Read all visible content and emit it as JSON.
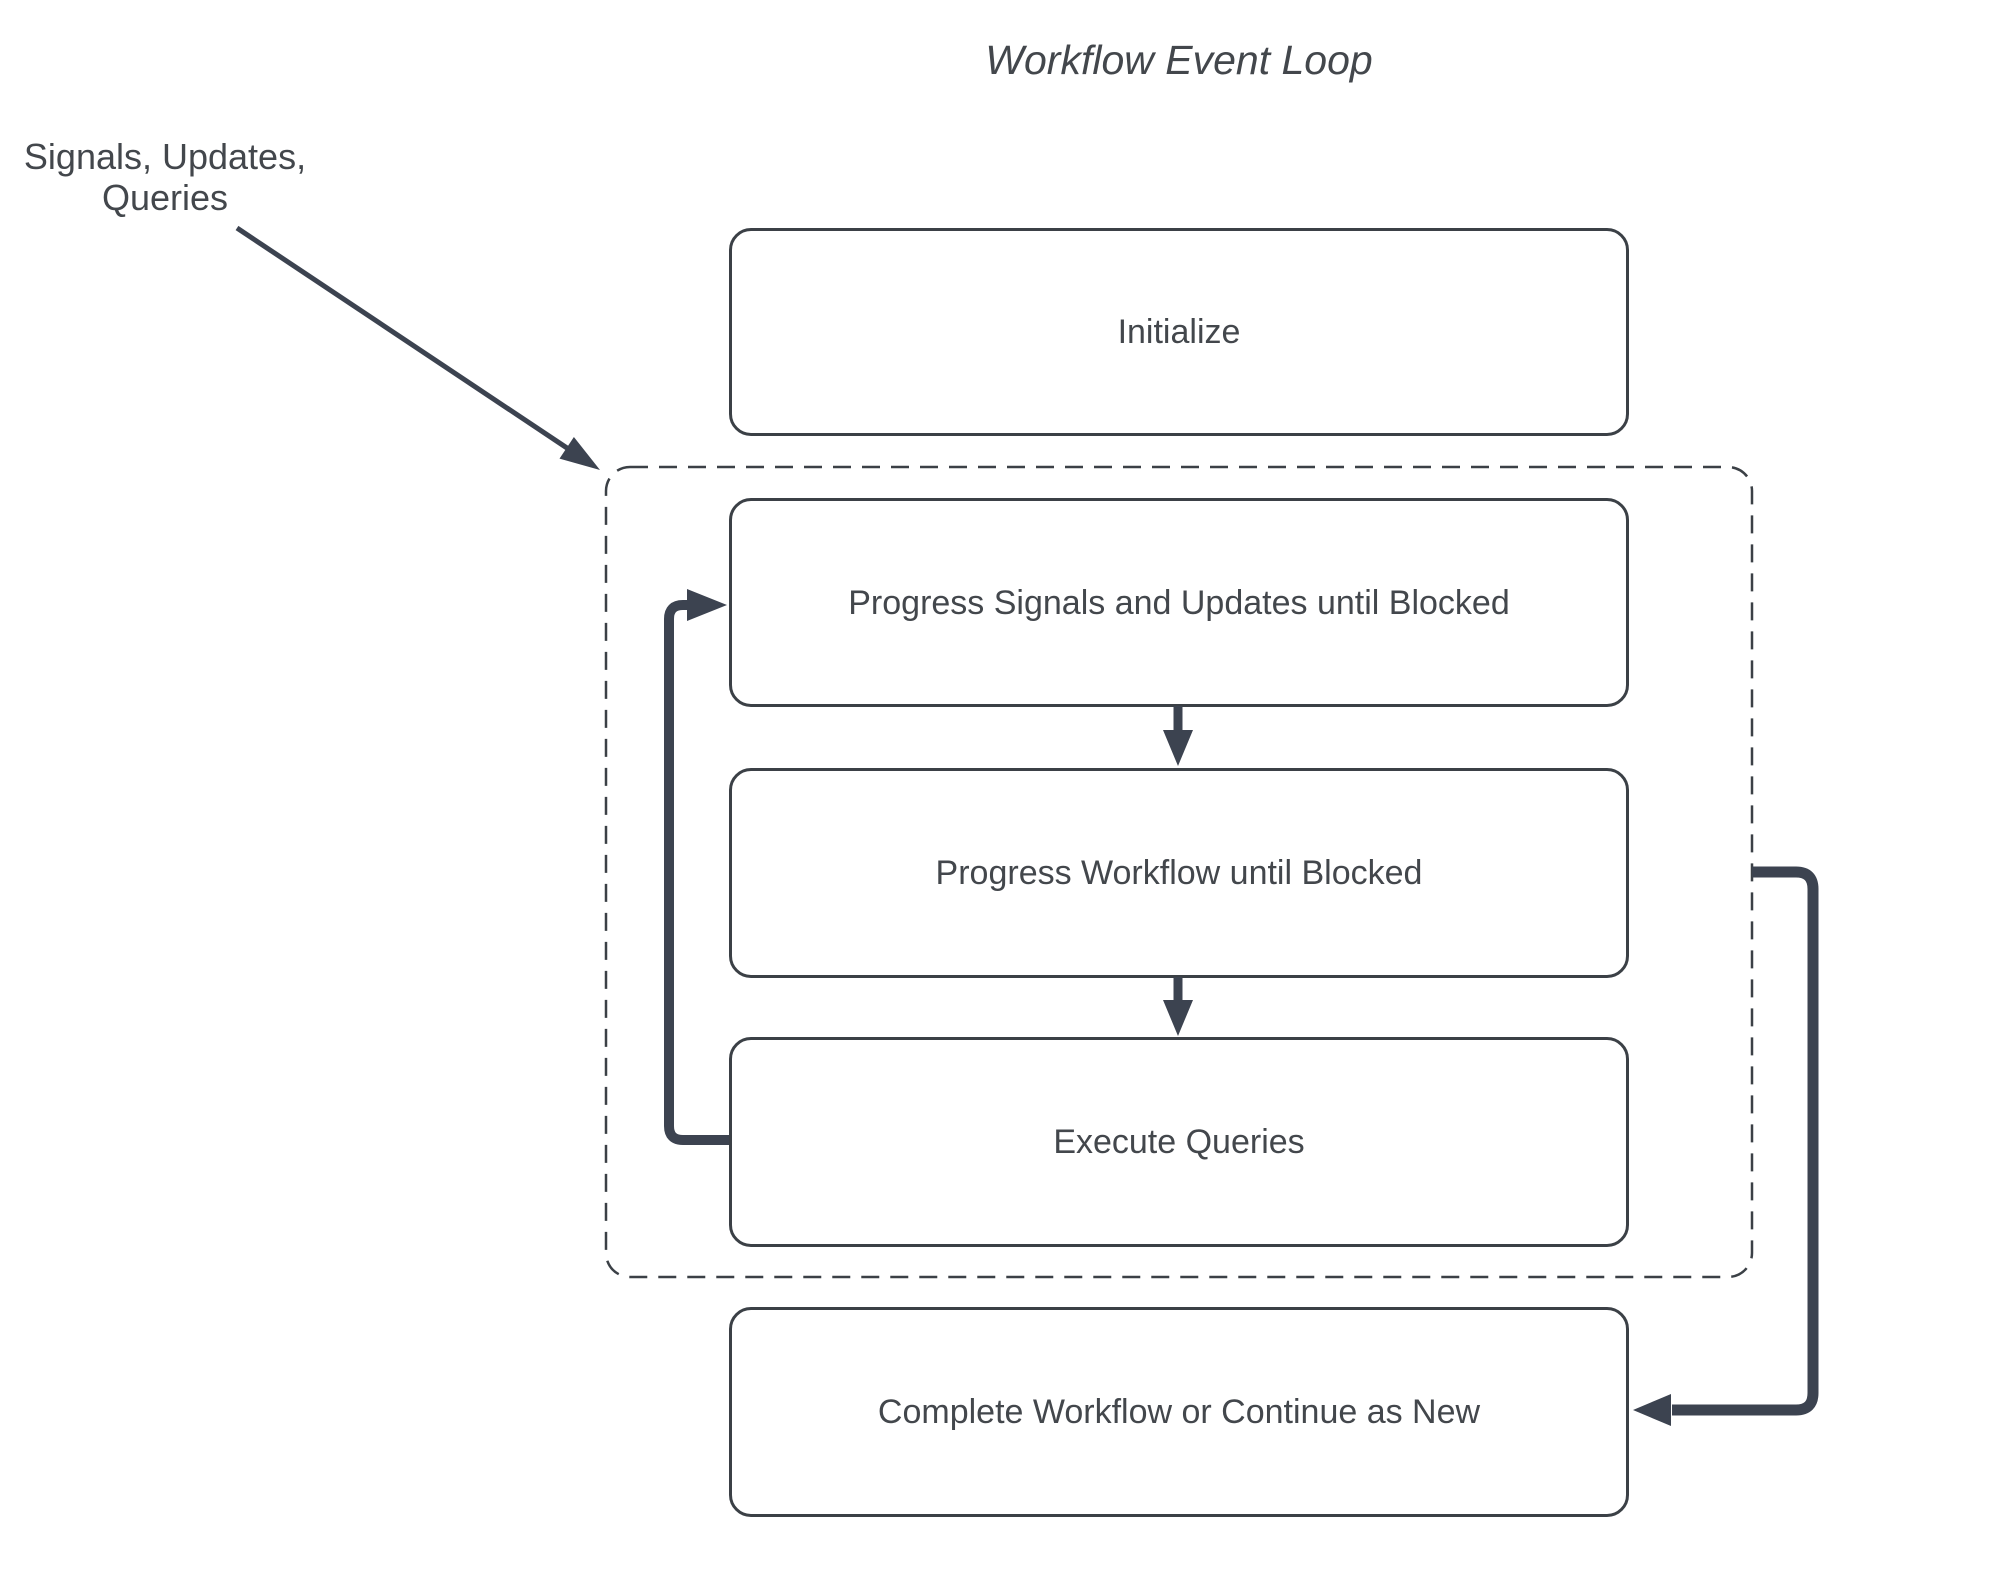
{
  "diagram": {
    "title": "Workflow Event Loop",
    "external_label": "Signals, Updates,\nQueries",
    "nodes": [
      {
        "id": "initialize",
        "label": "Initialize"
      },
      {
        "id": "progress-signals",
        "label": "Progress Signals and Updates until Blocked"
      },
      {
        "id": "progress-workflow",
        "label": "Progress Workflow until Blocked"
      },
      {
        "id": "execute-queries",
        "label": "Execute Queries"
      },
      {
        "id": "complete",
        "label": "Complete Workflow or Continue as New"
      }
    ],
    "colors": {
      "background": "#ffffff",
      "border": "#3b4046",
      "arrow": "#3c4350",
      "text": "#43474c"
    }
  }
}
